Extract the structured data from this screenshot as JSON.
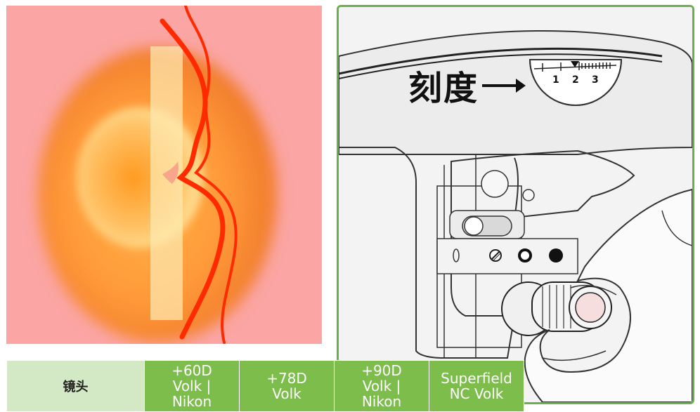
{
  "scale_label": "刻度",
  "scale_ticks": [
    "1",
    "2",
    "3"
  ],
  "lens_table": {
    "header": "镜头",
    "columns": [
      {
        "lines": [
          "+60D",
          "Volk |",
          "Nikon"
        ]
      },
      {
        "lines": [
          "+78D",
          "Volk"
        ]
      },
      {
        "lines": [
          "+90D",
          "Volk |",
          "Nikon"
        ]
      },
      {
        "lines": [
          "Superfield",
          "NC Volk"
        ]
      }
    ]
  },
  "colors": {
    "fundus_background": "#fba5a5",
    "vessel": "#ff2a00",
    "frame_border": "#6ab04c",
    "table_header_bg": "#d3e8c5",
    "table_cell_bg": "#7dbd4b"
  }
}
